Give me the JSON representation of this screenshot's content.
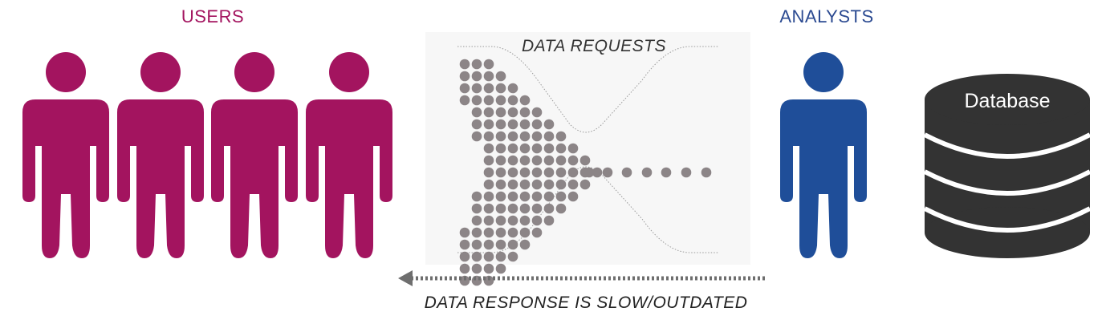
{
  "groups": {
    "users_label": "USERS",
    "analysts_label": "ANALYSTS"
  },
  "funnel": {
    "requests_label": "DATA REQUESTS"
  },
  "response": {
    "label": "DATA RESPONSE IS SLOW/OUTDATED"
  },
  "database": {
    "label": "Database"
  },
  "colors": {
    "users": "#a3145f",
    "analysts": "#1f4e99",
    "dots": "#8c8587",
    "database": "#333333",
    "arrow": "#6e6e6e"
  },
  "icons": {
    "user": "person-icon",
    "analyst": "person-icon",
    "database": "database-icon",
    "arrow": "arrow-left-icon"
  }
}
